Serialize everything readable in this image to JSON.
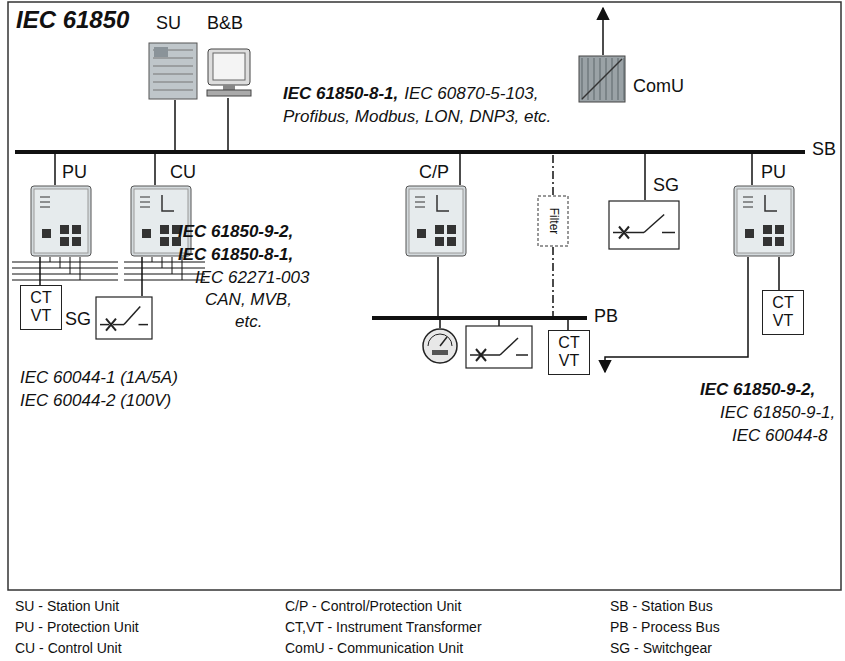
{
  "diagram": {
    "title": "IEC 61850",
    "nodes": [
      {
        "text": [
          "SU"
        ]
      },
      {
        "text": [
          "B&B"
        ]
      },
      {
        "text": [
          "ComU"
        ]
      },
      {
        "text": [
          "SB"
        ]
      },
      {
        "text": [
          "PU"
        ]
      },
      {
        "text": [
          "CU"
        ]
      },
      {
        "text": [
          "C/P"
        ]
      },
      {
        "text": [
          "Filter"
        ]
      },
      {
        "text": [
          "SG"
        ]
      },
      {
        "text": [
          "PU"
        ]
      },
      {
        "text": [
          "PB"
        ]
      },
      {
        "text": [
          "CT VT"
        ]
      },
      {
        "text": [
          "SG"
        ]
      },
      {
        "text": [
          "CT VT"
        ]
      },
      {
        "text": [
          "CT VT"
        ]
      }
    ],
    "edges": [
      {
        "from": 0,
        "to": 3,
        "arrow": "none"
      },
      {
        "from": 1,
        "to": 3,
        "arrow": "none"
      },
      {
        "from": 4,
        "to": 3,
        "arrow": "none"
      },
      {
        "from": 5,
        "to": 3,
        "arrow": "none"
      },
      {
        "from": 6,
        "to": 3,
        "arrow": "none"
      },
      {
        "from": 7,
        "to": 3,
        "arrow": "none"
      },
      {
        "from": 8,
        "to": 3,
        "arrow": "none"
      },
      {
        "from": 9,
        "to": 3,
        "arrow": "none"
      },
      {
        "from": 6,
        "to": 10,
        "arrow": "none"
      },
      {
        "from": 7,
        "to": 10,
        "arrow": "none"
      },
      {
        "from": 13,
        "to": 10,
        "arrow": "none"
      },
      {
        "from": 4,
        "to": 11,
        "arrow": "none"
      },
      {
        "from": 5,
        "to": 12,
        "arrow": "none"
      },
      {
        "from": 9,
        "to": 14,
        "arrow": "none"
      }
    ],
    "labels": [
      "IEC 61850-8-1,",
      "IEC 60870-5-103,",
      "Profibus, Modbus, LON, DNP3, etc.",
      "IEC 61850-9-2,",
      "IEC 61850-8-1,",
      "IEC 62271-003",
      "CAN, MVB,",
      "etc.",
      "IEC 60044-1 (1A/5A)",
      "IEC 60044-2 (100V)",
      "IEC 61850-9-2,",
      "IEC 61850-9-1,",
      "IEC 60044-8"
    ],
    "legend": [
      {
        "text": "SU - Station Unit"
      },
      {
        "text": "C/P - Control/Protection Unit"
      },
      {
        "text": "SB - Station Bus"
      },
      {
        "text": "PU - Protection Unit"
      },
      {
        "text": "CT,VT - Instrument Transformer"
      },
      {
        "text": "PB - Process Bus"
      },
      {
        "text": "CU - Control Unit"
      },
      {
        "text": "ComU - Communication Unit"
      },
      {
        "text": "SG - Switchgear"
      }
    ]
  }
}
